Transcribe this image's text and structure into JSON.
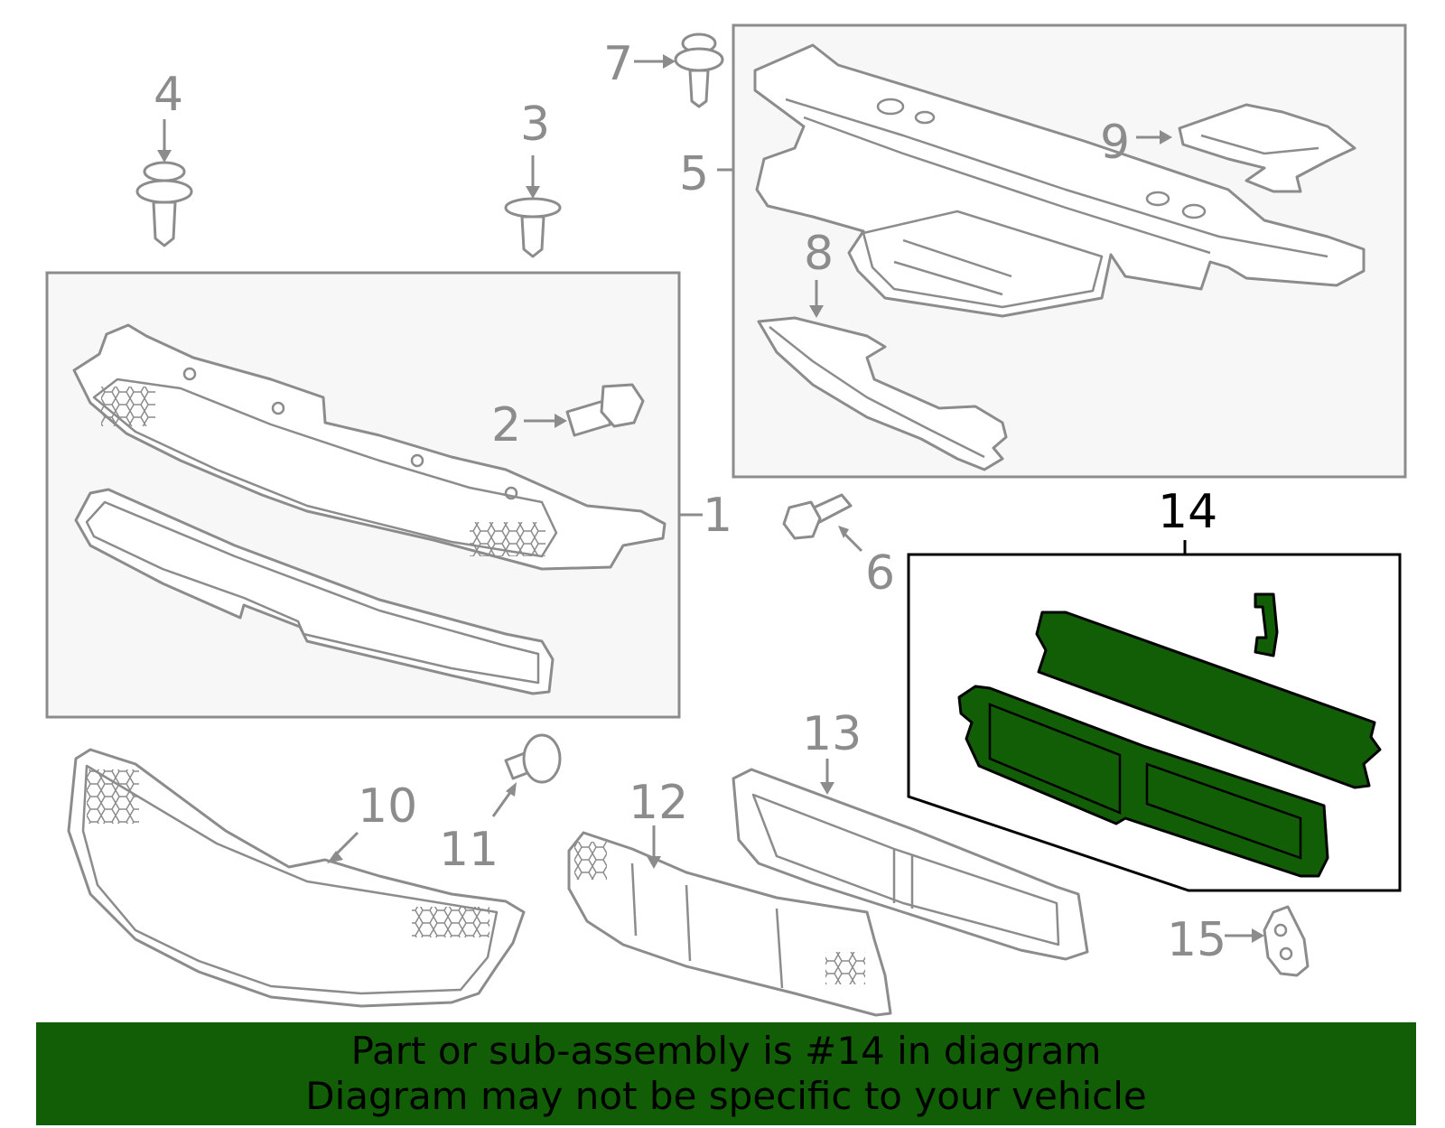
{
  "diagram": {
    "callouts": [
      "1",
      "2",
      "3",
      "4",
      "5",
      "6",
      "7",
      "8",
      "9",
      "10",
      "11",
      "12",
      "13",
      "14",
      "15"
    ],
    "highlighted_callout": "14"
  },
  "colors": {
    "highlight": "#115e06",
    "line": "#8c8c8c",
    "box_fill": "#f7f7f7"
  },
  "banner": {
    "line1": "Part or sub-assembly is #14 in diagram",
    "line2": "Diagram may not be specific to your vehicle"
  }
}
